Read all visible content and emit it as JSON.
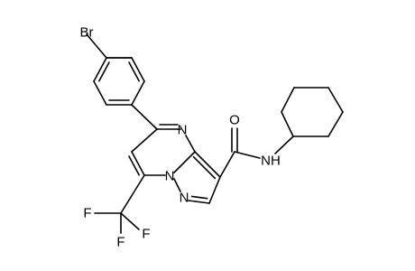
{
  "molecule": {
    "labels": {
      "br": "Br",
      "n_pyrimidine": "N",
      "n_bridge": "N",
      "n_pyrazole": "N",
      "o_carbonyl": "O",
      "nh_amide": "NH",
      "f_top": "F",
      "f_left": "F",
      "f_bottom": "F"
    }
  },
  "colors": {
    "bond": "#000000",
    "label": "#000000",
    "background": "#ffffff"
  }
}
